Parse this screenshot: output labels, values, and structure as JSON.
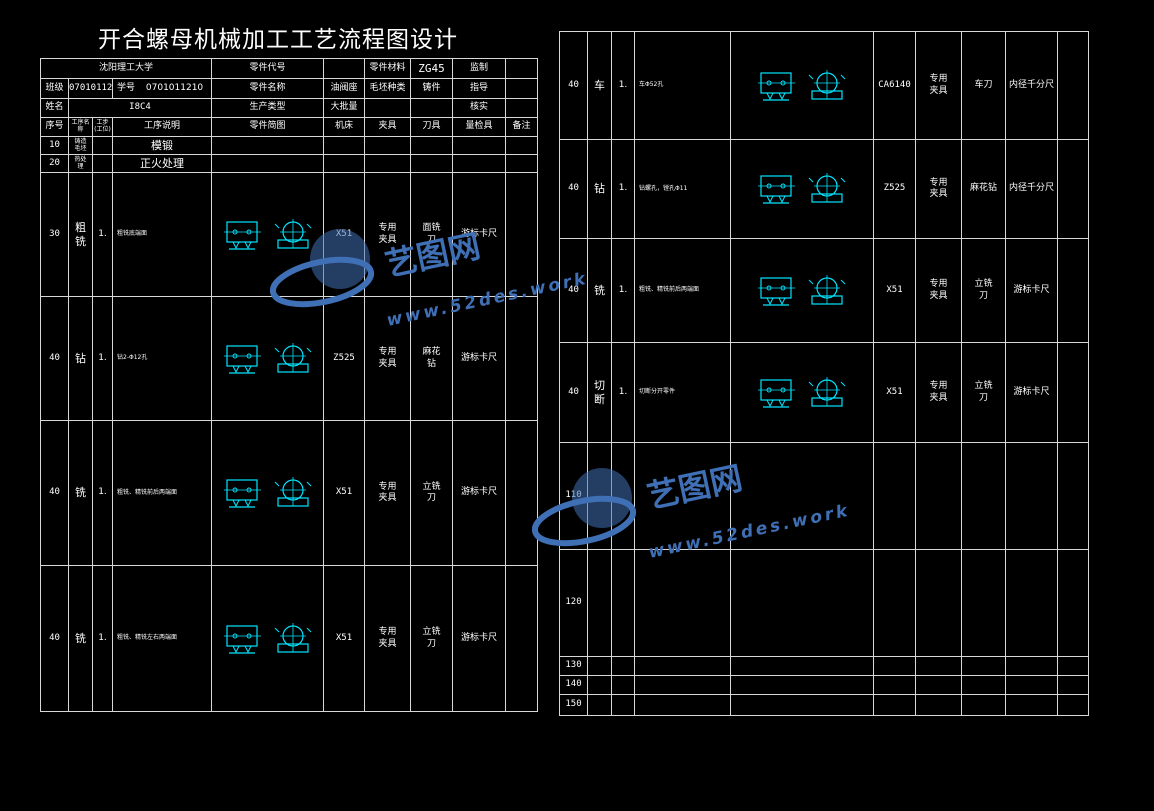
{
  "title": "开合螺母机械加工工艺流程图设计",
  "header": {
    "university": "沈阳理工大学",
    "part_code_label": "零件代号",
    "material_label": "零件材料",
    "material": "ZG45",
    "supervise_label": "监制",
    "class_label": "班级",
    "class_value": "07010112",
    "student_id_label": "学号",
    "student_id": "0701011210",
    "part_name_label": "零件名称",
    "part_name": "油阀座",
    "blank_type_label": "毛坯种类",
    "blank_type": "铸件",
    "guide_label": "指导",
    "name_label": "姓名",
    "name_value": "I8C4",
    "production_type_label": "生产类型",
    "production_type": "大批量",
    "review_label": "核实"
  },
  "columns": {
    "seq": "序号",
    "proc_name": "工序名称",
    "step": "工步(工位)",
    "desc": "工序说明",
    "sketch": "零件简图",
    "machine": "机床",
    "fixture": "夹具",
    "tool": "刀具",
    "gauge": "量检具",
    "note": "备注"
  },
  "left_rows": [
    {
      "seq": "10",
      "name": "铸造\n毛坯",
      "step": "",
      "desc": "模锻",
      "machine": "",
      "fixture": "",
      "tool": "",
      "gauge": ""
    },
    {
      "seq": "20",
      "name": "热处\n理",
      "step": "",
      "desc": "正火处理",
      "machine": "",
      "fixture": "",
      "tool": "",
      "gauge": ""
    },
    {
      "seq": "30",
      "name": "粗\n铣",
      "step": "1.",
      "desc": "粗铣底端面",
      "machine": "X51",
      "fixture": "专用\n夹具",
      "tool": "面铣\n刀",
      "gauge": "游标卡尺"
    },
    {
      "seq": "40",
      "name": "钻",
      "step": "1.",
      "desc": "钻2-Φ12孔",
      "machine": "Z525",
      "fixture": "专用\n夹具",
      "tool": "麻花\n钻",
      "gauge": "游标卡尺"
    },
    {
      "seq": "40",
      "name": "铣",
      "step": "1.",
      "desc": "粗铣、精铣前后两端面",
      "machine": "X51",
      "fixture": "专用\n夹具",
      "tool": "立铣\n刀",
      "gauge": "游标卡尺"
    },
    {
      "seq": "40",
      "name": "铣",
      "step": "1.",
      "desc": "粗铣、精铣左右两端面",
      "machine": "X51",
      "fixture": "专用\n夹具",
      "tool": "立铣\n刀",
      "gauge": "游标卡尺"
    }
  ],
  "right_rows": [
    {
      "seq": "40",
      "name": "车",
      "step": "1.",
      "desc": "车Φ52孔",
      "machine": "CA6140",
      "fixture": "专用\n夹具",
      "tool": "车刀",
      "gauge": "内径千分尺"
    },
    {
      "seq": "40",
      "name": "钻",
      "step": "1.",
      "desc": "钻螺孔，镗孔Φ11",
      "machine": "Z525",
      "fixture": "专用\n夹具",
      "tool": "麻花钻",
      "gauge": "内径千分尺"
    },
    {
      "seq": "40",
      "name": "铣",
      "step": "1.",
      "desc": "粗铣、精铣前后两端面",
      "machine": "X51",
      "fixture": "专用\n夹具",
      "tool": "立铣\n刀",
      "gauge": "游标卡尺"
    },
    {
      "seq": "40",
      "name": "切\n断",
      "step": "1.",
      "desc": "切断分开零件",
      "machine": "X51",
      "fixture": "专用\n夹具",
      "tool": "立铣\n刀",
      "gauge": "游标卡尺"
    },
    {
      "seq": "110"
    },
    {
      "seq": "120"
    },
    {
      "seq": "130"
    },
    {
      "seq": "140"
    },
    {
      "seq": "150"
    }
  ],
  "watermark": {
    "brand": "艺图网",
    "url": "www.52des.work"
  },
  "colors": {
    "background": "#000000",
    "grid": "#d8d8d8",
    "sketch": "#00e5ff",
    "watermark": "#3f6fb4"
  }
}
